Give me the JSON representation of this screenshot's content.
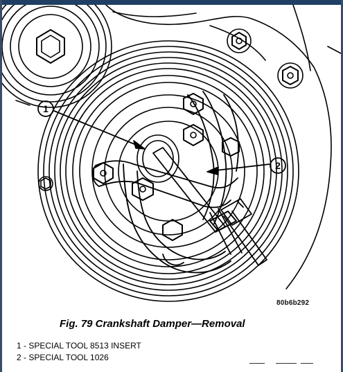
{
  "figure": {
    "caption": "Fig. 79 Crankshaft Damper—Removal",
    "reference_code": "80b6b292",
    "callouts": [
      {
        "number": "1"
      },
      {
        "number": "2"
      }
    ]
  },
  "legend": {
    "items": [
      "1 - SPECIAL TOOL 8513 INSERT",
      "2 - SPECIAL TOOL 1026"
    ]
  }
}
